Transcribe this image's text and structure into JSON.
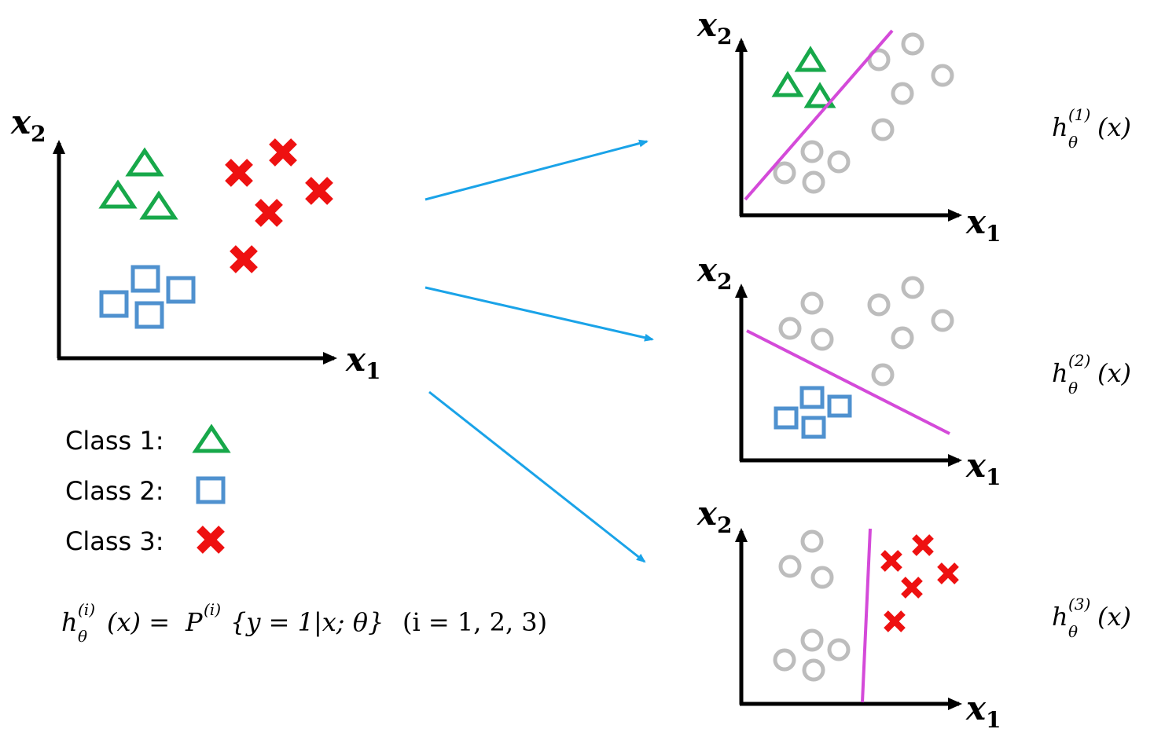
{
  "main_plot": {
    "x_label": "x",
    "x_label_sub": "1",
    "y_label": "x",
    "y_label_sub": "2"
  },
  "legend": {
    "class1_label": "Class 1:",
    "class2_label": "Class 2:",
    "class3_label": "Class 3:"
  },
  "formula": {
    "h": "h",
    "theta": "θ",
    "sup_i": "(i)",
    "lhs_arg": "(x) = ",
    "P": "P",
    "rhs": "{y = 1|x; θ}",
    "range": "(i = 1, 2, 3)"
  },
  "subplots": [
    {
      "x_label": "x",
      "x_sub": "1",
      "y_label": "x",
      "y_sub": "2",
      "h": "h",
      "theta": "θ",
      "sup": "(1)",
      "arg": "(x)"
    },
    {
      "x_label": "x",
      "x_sub": "1",
      "y_label": "x",
      "y_sub": "2",
      "h": "h",
      "theta": "θ",
      "sup": "(2)",
      "arg": "(x)"
    },
    {
      "x_label": "x",
      "x_sub": "1",
      "y_label": "x",
      "y_sub": "2",
      "h": "h",
      "theta": "θ",
      "sup": "(3)",
      "arg": "(x)"
    }
  ],
  "colors": {
    "class1": "#17a84a",
    "class2": "#4f91cf",
    "class3": "#ee1111",
    "other": "#bdbdbd",
    "boundary": "#d44ad9",
    "arrow": "#1aa3e8"
  }
}
